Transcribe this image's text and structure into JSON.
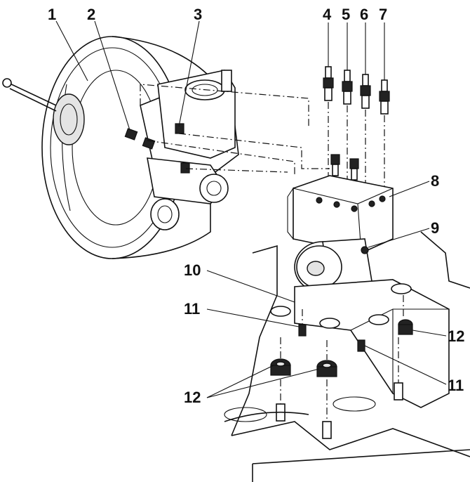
{
  "callouts": [
    "1",
    "2",
    "3",
    "4",
    "5",
    "6",
    "7",
    "8",
    "9",
    "10",
    "11",
    "11",
    "12",
    "12"
  ]
}
